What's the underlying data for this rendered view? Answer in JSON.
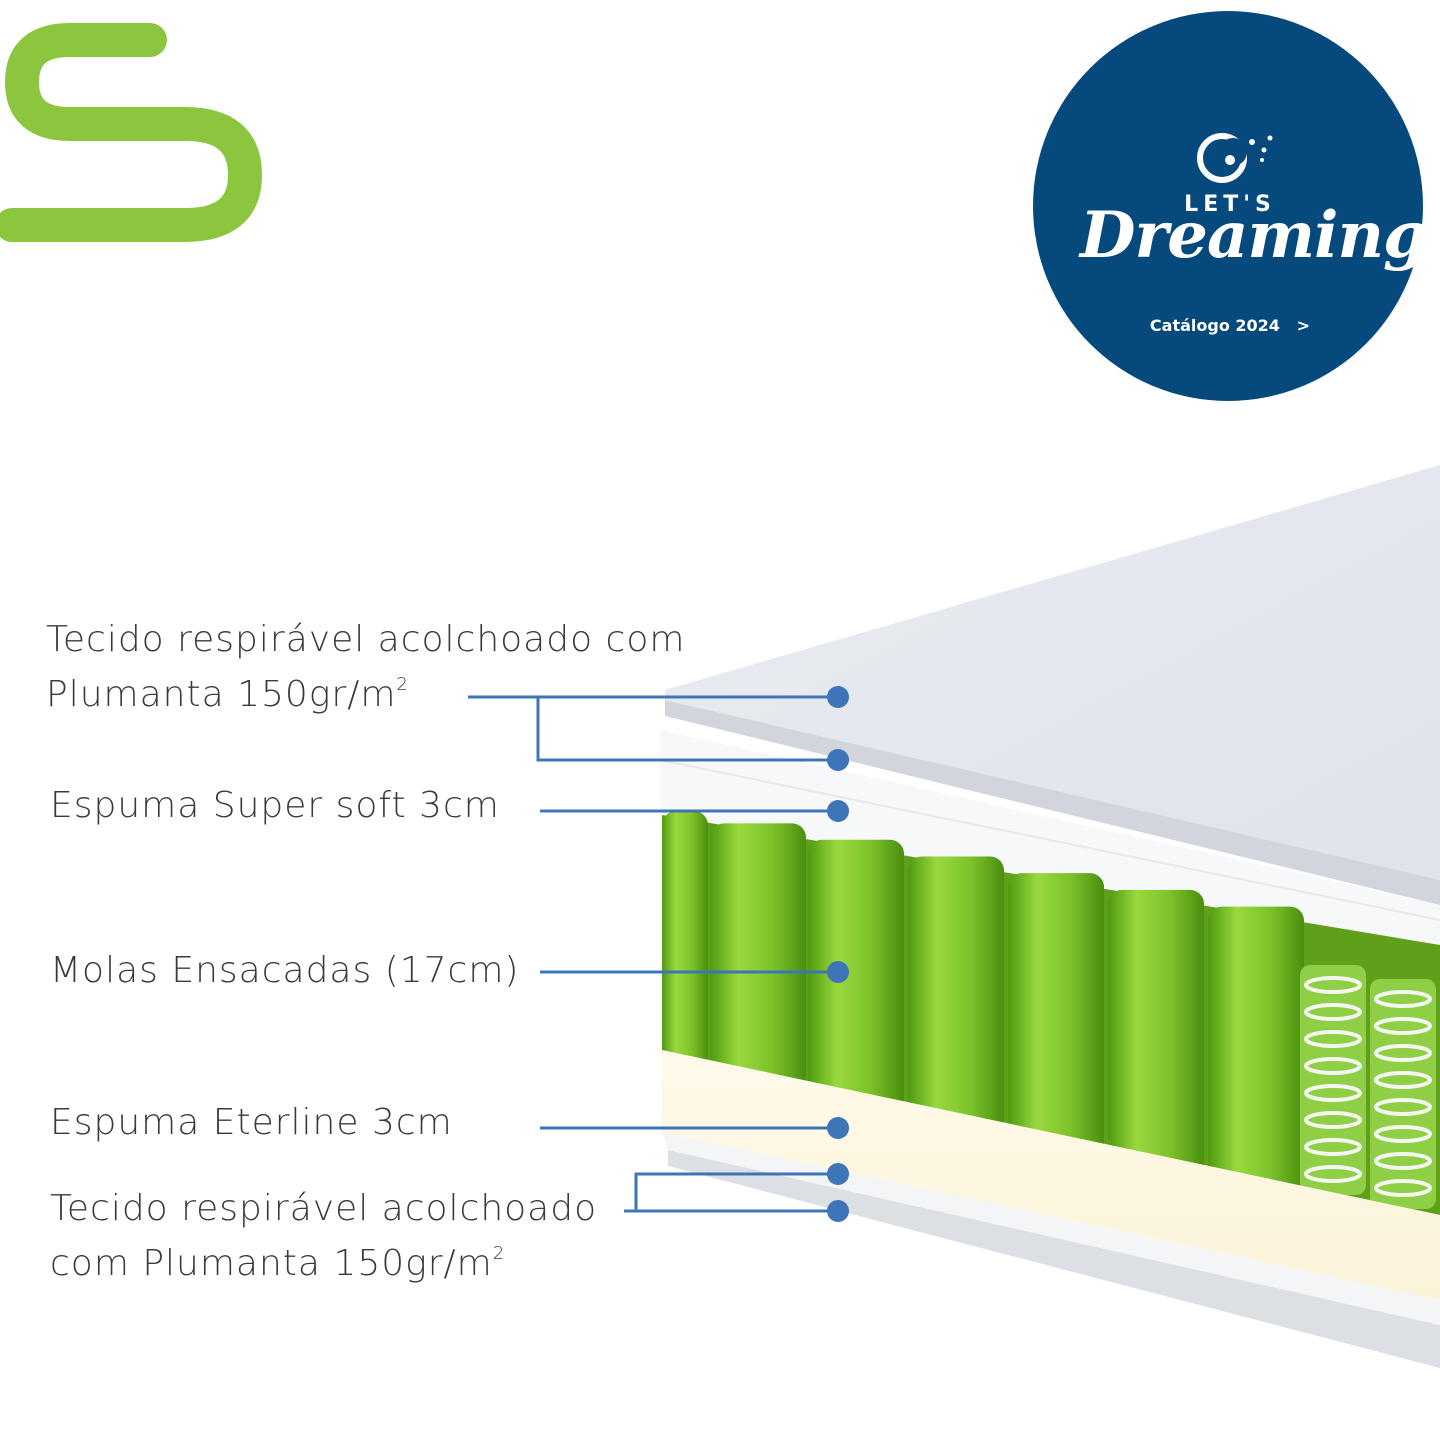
{
  "badge": {
    "title_top": "LET'S",
    "title_main": "Dreaming",
    "catalog_link": "Catálogo 2024",
    "catalog_arrow": ">",
    "moon_icon": "moon-stars-icon",
    "color": "#06497d"
  },
  "brand": {
    "logo_icon": "green-s-logo",
    "color": "#8cc63f"
  },
  "layers": [
    {
      "text": "Tecido respirável acolchoado com",
      "text2": "Plumanta 150gr/m",
      "sup": "2"
    },
    {
      "text": "Espuma Super soft 3cm"
    },
    {
      "text": "Molas Ensacadas  (17cm)"
    },
    {
      "text": "Espuma Eterline 3cm"
    },
    {
      "text": "Tecido respirável acolchoado",
      "text2": "com Plumanta 150gr/m",
      "sup": "2"
    }
  ],
  "colors": {
    "leader": "#3e74b8",
    "spring_green": "#7cc22b",
    "cover": "#e4e8ee"
  }
}
